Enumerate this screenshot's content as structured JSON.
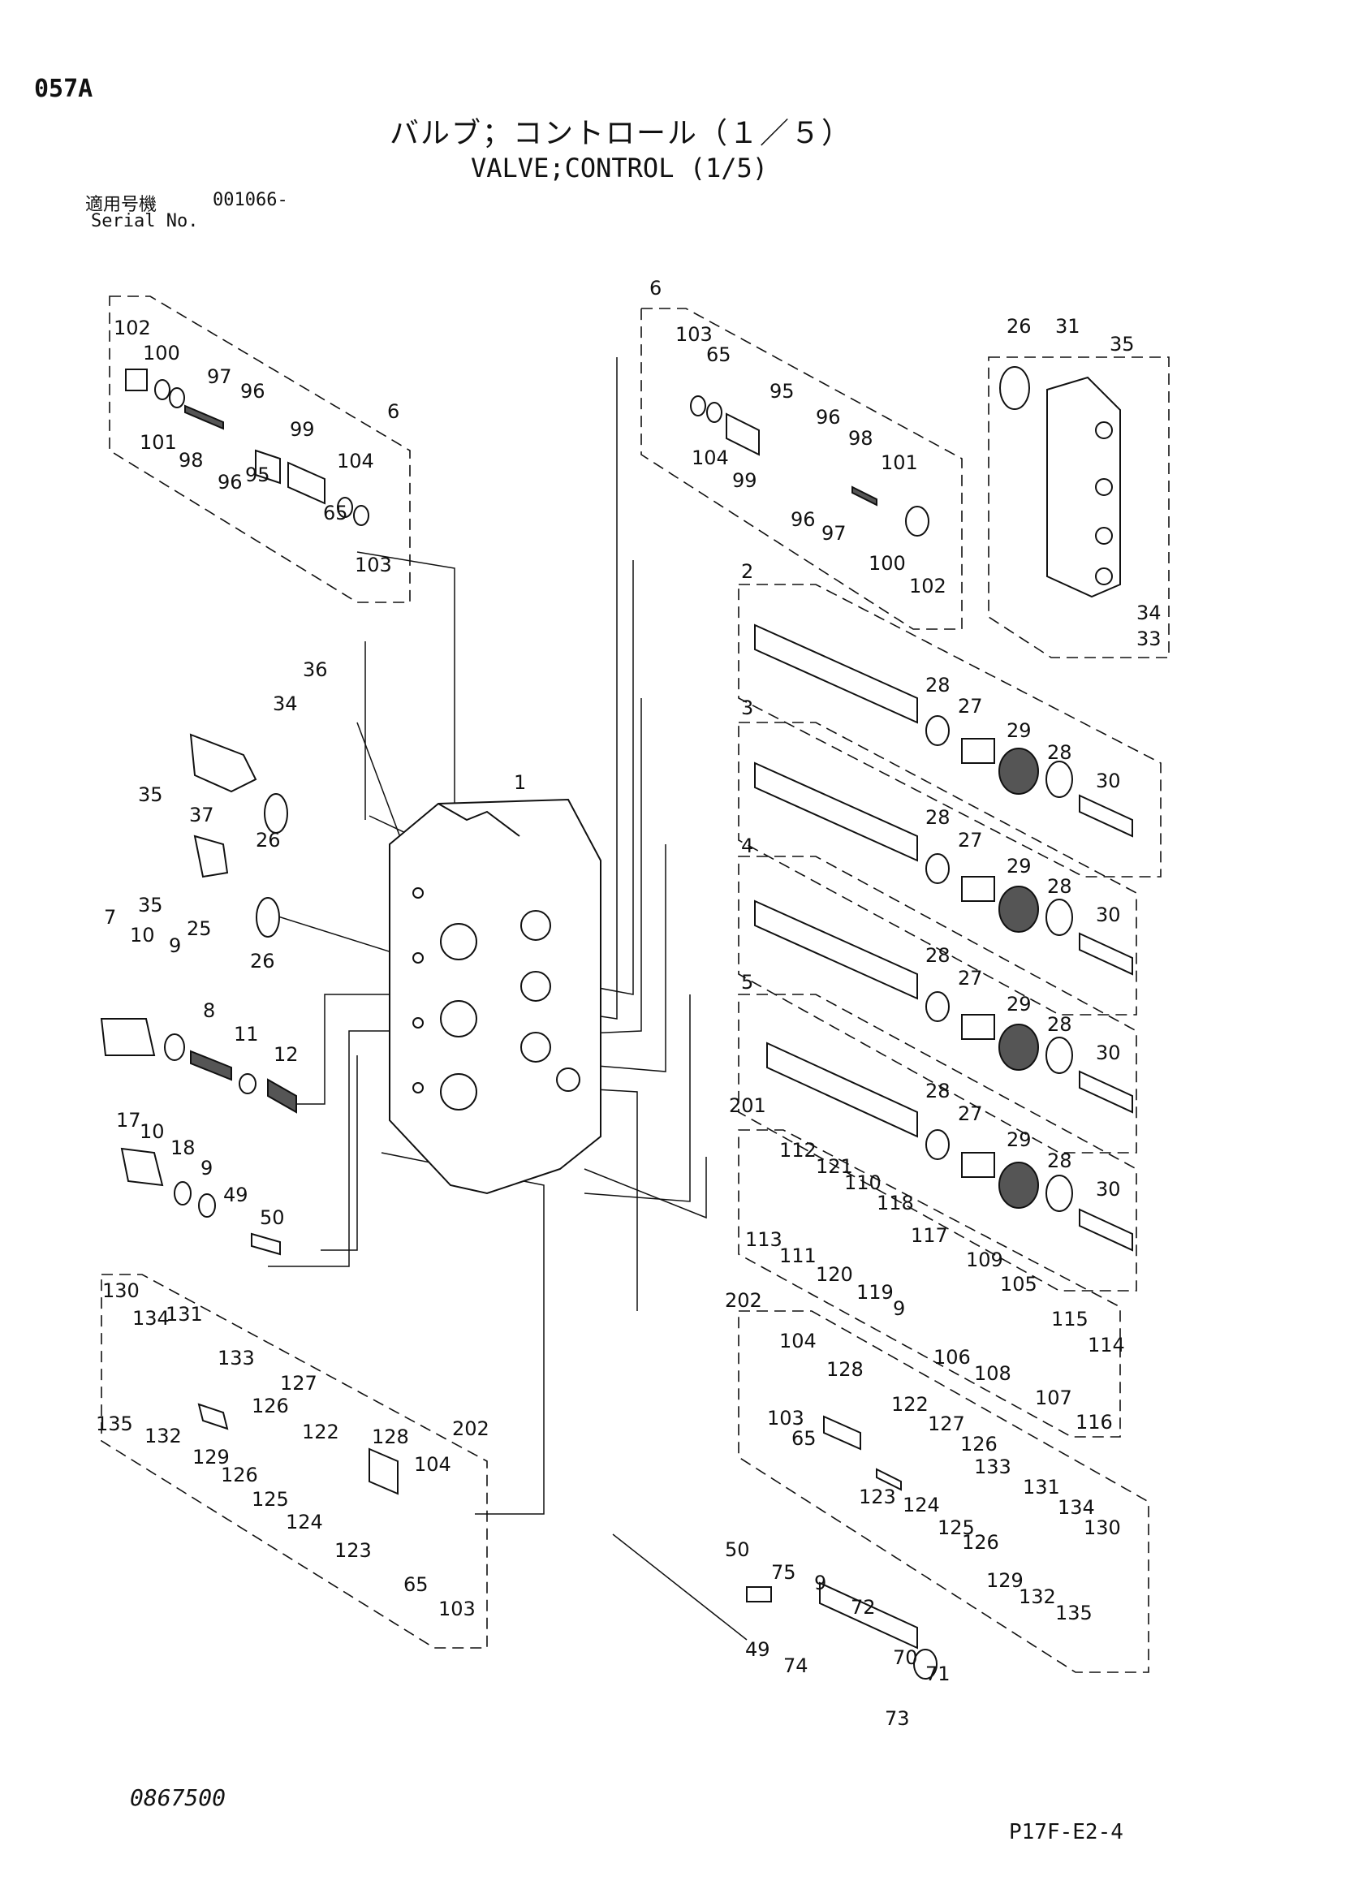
{
  "header": {
    "page_code": "057A",
    "title_jp": "バルブ；コントロール（１／５）",
    "title_en": "VALVE;CONTROL (1/5)",
    "serial_label_jp": "適用号機",
    "serial_label_en": "Serial No.",
    "serial_value": "001066-"
  },
  "footer": {
    "drawing_number": "0867500",
    "sheet_number": "P17F-E2-4"
  },
  "part_labels": {
    "top_left": [
      "102",
      "100",
      "97",
      "96",
      "101",
      "98",
      "96",
      "99",
      "95",
      "104",
      "6",
      "65",
      "103"
    ],
    "top_center": [
      "6",
      "103",
      "65",
      "95",
      "96",
      "98",
      "101",
      "104",
      "99",
      "96",
      "97",
      "100",
      "102"
    ],
    "cover": [
      "26",
      "31",
      "35",
      "34",
      "33"
    ],
    "upper_left": [
      "34",
      "36",
      "35",
      "37",
      "26",
      "35",
      "25",
      "26",
      "1"
    ],
    "spool_2": [
      "2",
      "28",
      "27",
      "29",
      "28",
      "30"
    ],
    "spool_3": [
      "3",
      "28",
      "27",
      "29",
      "28",
      "30"
    ],
    "spool_4": [
      "4",
      "28",
      "27",
      "29",
      "28",
      "30"
    ],
    "spool_5": [
      "5",
      "28",
      "27",
      "29",
      "28",
      "30"
    ],
    "left_middle": [
      "7",
      "10",
      "9",
      "8",
      "11",
      "12",
      "17",
      "10",
      "18",
      "9",
      "49",
      "50"
    ],
    "group_201": [
      "201",
      "112",
      "121",
      "110",
      "118",
      "113",
      "111",
      "120",
      "119",
      "117",
      "9",
      "109",
      "105",
      "106",
      "108",
      "115",
      "114",
      "107",
      "116"
    ],
    "group_202_right": [
      "202",
      "104",
      "128",
      "103",
      "65",
      "122",
      "127",
      "126",
      "123",
      "124",
      "133",
      "125",
      "126",
      "131",
      "134",
      "130",
      "129",
      "132",
      "135"
    ],
    "group_202_left": [
      "130",
      "134",
      "131",
      "133",
      "135",
      "132",
      "127",
      "126",
      "129",
      "126",
      "122",
      "125",
      "124",
      "128",
      "202",
      "104",
      "123",
      "65",
      "103"
    ],
    "bottom": [
      "50",
      "75",
      "9",
      "72",
      "49",
      "74",
      "70",
      "71",
      "73"
    ]
  }
}
